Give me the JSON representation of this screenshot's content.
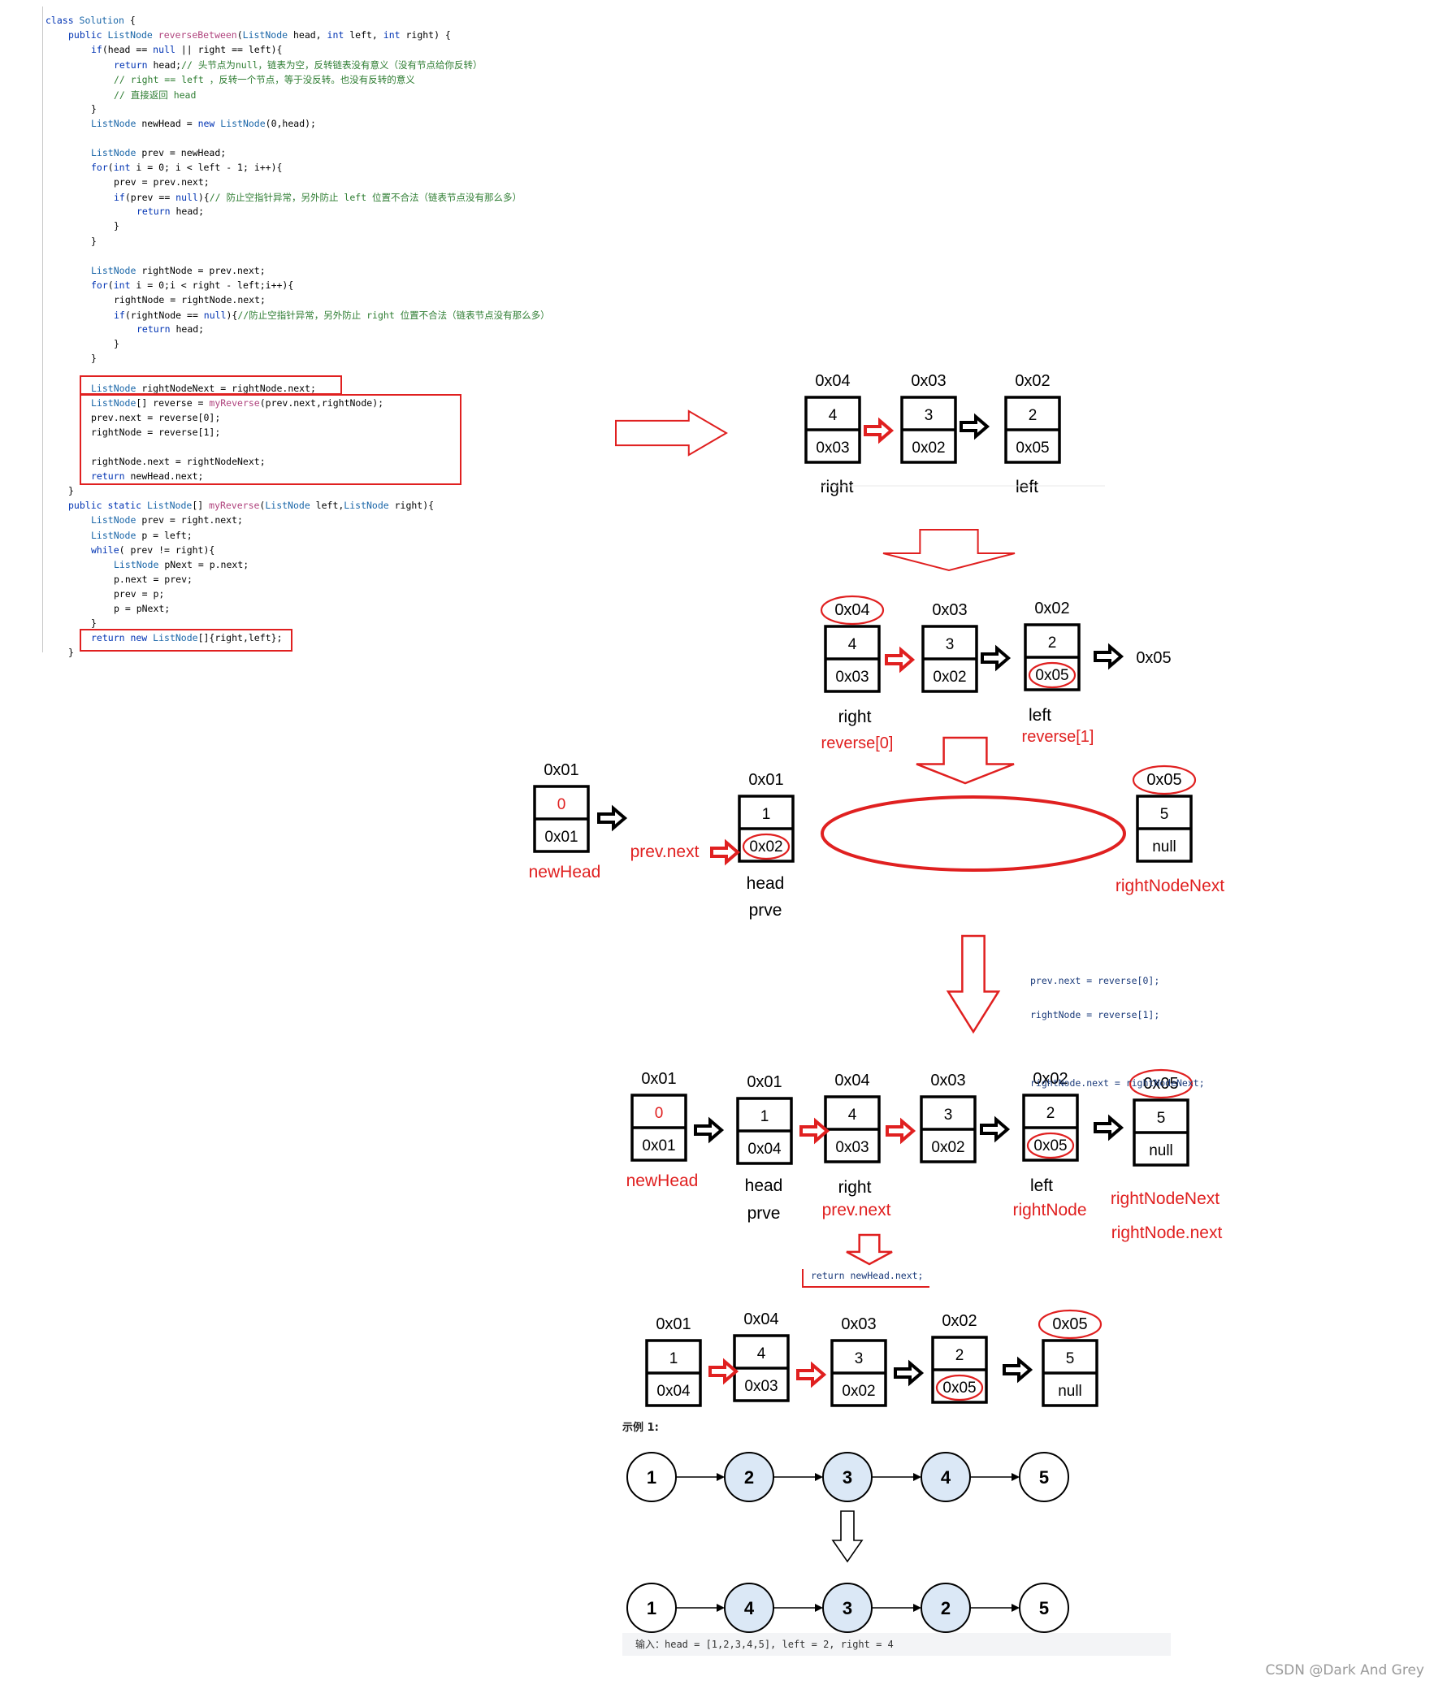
{
  "code_lines": [
    {
      "indent": 0,
      "parts": [
        [
          "kw",
          "class "
        ],
        [
          "ty",
          "Solution "
        ],
        [
          "",
          "{"
        ]
      ]
    },
    {
      "indent": 1,
      "parts": [
        [
          "kw",
          "public "
        ],
        [
          "ty",
          "ListNode "
        ],
        [
          "fn",
          "reverseBetween"
        ],
        [
          "",
          "("
        ],
        [
          "ty",
          "ListNode "
        ],
        [
          "",
          "head, "
        ],
        [
          "kw",
          "int "
        ],
        [
          "",
          "left, "
        ],
        [
          "kw",
          "int "
        ],
        [
          "",
          "right) {"
        ]
      ]
    },
    {
      "indent": 2,
      "parts": [
        [
          "kw",
          "if"
        ],
        [
          "",
          "(head == "
        ],
        [
          "kw",
          "null "
        ],
        [
          "",
          "|| right == left){"
        ]
      ]
    },
    {
      "indent": 3,
      "parts": [
        [
          "kw",
          "return "
        ],
        [
          "",
          "head;"
        ],
        [
          "cm",
          "// 头节点为null，链表为空，反转链表没有意义（没有节点给你反转）"
        ]
      ]
    },
    {
      "indent": 3,
      "parts": [
        [
          "cm",
          "// right == left ，反转一个节点，等于没反转。也没有反转的意义"
        ]
      ]
    },
    {
      "indent": 3,
      "parts": [
        [
          "cm",
          "// 直接返回 head"
        ]
      ]
    },
    {
      "indent": 2,
      "parts": [
        [
          "",
          "}"
        ]
      ]
    },
    {
      "indent": 2,
      "parts": [
        [
          "ty",
          "ListNode "
        ],
        [
          "",
          "newHead = "
        ],
        [
          "kw",
          "new "
        ],
        [
          "ty",
          "ListNode"
        ],
        [
          "",
          "(0,head);"
        ]
      ]
    },
    {
      "indent": 0,
      "parts": [
        [
          "",
          ""
        ]
      ]
    },
    {
      "indent": 2,
      "parts": [
        [
          "ty",
          "ListNode "
        ],
        [
          "",
          "prev = newHead;"
        ]
      ]
    },
    {
      "indent": 2,
      "parts": [
        [
          "kw",
          "for"
        ],
        [
          "",
          "("
        ],
        [
          "kw",
          "int "
        ],
        [
          "",
          "i = 0; i < left - 1; i++){"
        ]
      ]
    },
    {
      "indent": 3,
      "parts": [
        [
          "",
          "prev = prev.next;"
        ]
      ]
    },
    {
      "indent": 3,
      "parts": [
        [
          "kw",
          "if"
        ],
        [
          "",
          "(prev == "
        ],
        [
          "kw",
          "null"
        ],
        [
          "",
          "){"
        ],
        [
          "cm",
          "// 防止空指针异常，另外防止 left 位置不合法（链表节点没有那么多）"
        ]
      ]
    },
    {
      "indent": 4,
      "parts": [
        [
          "kw",
          "return "
        ],
        [
          "",
          "head;"
        ]
      ]
    },
    {
      "indent": 3,
      "parts": [
        [
          "",
          "}"
        ]
      ]
    },
    {
      "indent": 2,
      "parts": [
        [
          "",
          "}"
        ]
      ]
    },
    {
      "indent": 0,
      "parts": [
        [
          "",
          ""
        ]
      ]
    },
    {
      "indent": 2,
      "parts": [
        [
          "ty",
          "ListNode "
        ],
        [
          "",
          "rightNode = prev.next;"
        ]
      ]
    },
    {
      "indent": 2,
      "parts": [
        [
          "kw",
          "for"
        ],
        [
          "",
          "("
        ],
        [
          "kw",
          "int "
        ],
        [
          "",
          "i = 0;i < right - left;i++){"
        ]
      ]
    },
    {
      "indent": 3,
      "parts": [
        [
          "",
          "rightNode = rightNode.next;"
        ]
      ]
    },
    {
      "indent": 3,
      "parts": [
        [
          "kw",
          "if"
        ],
        [
          "",
          "(rightNode == "
        ],
        [
          "kw",
          "null"
        ],
        [
          "",
          "){"
        ],
        [
          "cm",
          "//防止空指针异常，另外防止 right 位置不合法（链表节点没有那么多）"
        ]
      ]
    },
    {
      "indent": 4,
      "parts": [
        [
          "kw",
          "return "
        ],
        [
          "",
          "head;"
        ]
      ]
    },
    {
      "indent": 3,
      "parts": [
        [
          "",
          "}"
        ]
      ]
    },
    {
      "indent": 2,
      "parts": [
        [
          "",
          "}"
        ]
      ]
    },
    {
      "indent": 0,
      "parts": [
        [
          "",
          ""
        ]
      ]
    },
    {
      "indent": 2,
      "parts": [
        [
          "ty",
          "ListNode "
        ],
        [
          "",
          "rightNodeNext = rightNode.next;"
        ]
      ]
    },
    {
      "indent": 2,
      "parts": [
        [
          "ty",
          "ListNode"
        ],
        [
          "",
          "[] reverse = "
        ],
        [
          "fn",
          "myReverse"
        ],
        [
          "",
          "(prev.next,rightNode);"
        ]
      ]
    },
    {
      "indent": 2,
      "parts": [
        [
          "",
          "prev.next = reverse[0];"
        ]
      ]
    },
    {
      "indent": 2,
      "parts": [
        [
          "",
          "rightNode = reverse[1];"
        ]
      ]
    },
    {
      "indent": 0,
      "parts": [
        [
          "",
          ""
        ]
      ]
    },
    {
      "indent": 2,
      "parts": [
        [
          "",
          "rightNode.next = rightNodeNext;"
        ]
      ]
    },
    {
      "indent": 2,
      "parts": [
        [
          "kw",
          "return "
        ],
        [
          "",
          "newHead.next;"
        ]
      ]
    },
    {
      "indent": 1,
      "parts": [
        [
          "",
          "}"
        ]
      ]
    },
    {
      "indent": 1,
      "parts": [
        [
          "kw",
          "public static "
        ],
        [
          "ty",
          "ListNode"
        ],
        [
          "",
          "[] "
        ],
        [
          "fn",
          "myReverse"
        ],
        [
          "",
          "("
        ],
        [
          "ty",
          "ListNode "
        ],
        [
          "",
          "left,"
        ],
        [
          "ty",
          "ListNode "
        ],
        [
          "",
          "right){"
        ]
      ]
    },
    {
      "indent": 2,
      "parts": [
        [
          "ty",
          "ListNode "
        ],
        [
          "",
          "prev = right.next;"
        ]
      ]
    },
    {
      "indent": 2,
      "parts": [
        [
          "ty",
          "ListNode "
        ],
        [
          "",
          "p = left;"
        ]
      ]
    },
    {
      "indent": 2,
      "parts": [
        [
          "kw",
          "while"
        ],
        [
          "",
          "( prev != right){"
        ]
      ]
    },
    {
      "indent": 3,
      "parts": [
        [
          "ty",
          "ListNode "
        ],
        [
          "",
          "pNext = p.next;"
        ]
      ]
    },
    {
      "indent": 3,
      "parts": [
        [
          "",
          "p.next = prev;"
        ]
      ]
    },
    {
      "indent": 3,
      "parts": [
        [
          "",
          "prev = p;"
        ]
      ]
    },
    {
      "indent": 3,
      "parts": [
        [
          "",
          "p = pNext;"
        ]
      ]
    },
    {
      "indent": 2,
      "parts": [
        [
          "",
          "}"
        ]
      ]
    },
    {
      "indent": 2,
      "parts": [
        [
          "kw",
          "return new "
        ],
        [
          "ty",
          "ListNode"
        ],
        [
          "",
          "[]{right,left};"
        ]
      ]
    },
    {
      "indent": 1,
      "parts": [
        [
          "",
          "}"
        ]
      ]
    }
  ],
  "snippet_lines": [
    "prev.next = reverse[0];",
    "rightNode = reverse[1];",
    "",
    "rightNode.next = rightNodeNext;"
  ],
  "return_snippet": "return newHead.next;",
  "nodes": [
    {
      "id": "s1n1",
      "addr": "0x04",
      "val": "4",
      "next": "0x03"
    },
    {
      "id": "s1n2",
      "addr": "0x03",
      "val": "3",
      "next": "0x02"
    },
    {
      "id": "s1n3",
      "addr": "0x02",
      "val": "2",
      "next": "0x05"
    },
    {
      "id": "s2n1",
      "addr": "0x04",
      "val": "4",
      "next": "0x03"
    },
    {
      "id": "s2n2",
      "addr": "0x03",
      "val": "3",
      "next": "0x02"
    },
    {
      "id": "s2n3",
      "addr": "0x02",
      "val": "2",
      "next": "0x05"
    },
    {
      "id": "s3n0",
      "addr": "0x01",
      "val": "0",
      "next": "0x01"
    },
    {
      "id": "s3n1",
      "addr": "0x01",
      "val": "1",
      "next": "0x02"
    },
    {
      "id": "s3n5",
      "addr": "0x05",
      "val": "5",
      "next": "null"
    },
    {
      "id": "s4n0",
      "addr": "0x01",
      "val": "0",
      "next": "0x01"
    },
    {
      "id": "s4n1",
      "addr": "0x01",
      "val": "1",
      "next": "0x04"
    },
    {
      "id": "s4n2",
      "addr": "0x04",
      "val": "4",
      "next": "0x03"
    },
    {
      "id": "s4n3",
      "addr": "0x03",
      "val": "3",
      "next": "0x02"
    },
    {
      "id": "s4n4",
      "addr": "0x02",
      "val": "2",
      "next": "0x05"
    },
    {
      "id": "s4n5",
      "addr": "0x05",
      "val": "5",
      "next": "null"
    },
    {
      "id": "s5n1",
      "addr": "0x01",
      "val": "1",
      "next": "0x04"
    },
    {
      "id": "s5n2",
      "addr": "0x04",
      "val": "4",
      "next": "0x03"
    },
    {
      "id": "s5n3",
      "addr": "0x03",
      "val": "3",
      "next": "0x02"
    },
    {
      "id": "s5n4",
      "addr": "0x02",
      "val": "2",
      "next": "0x05"
    },
    {
      "id": "s5n5",
      "addr": "0x05",
      "val": "5",
      "next": "null"
    }
  ],
  "labels": {
    "s1_right": "right",
    "s1_left": "left",
    "s2_right": "right",
    "s2_reverse0": "reverse[0]",
    "s2_left": "left",
    "s2_reverse1": "reverse[1]",
    "s2_tail": "0x05",
    "s3_newhead": "newHead",
    "s3_prevnext": "prev.next",
    "s3_head": "head",
    "s3_prve": "prve",
    "s3_rnn": "rightNodeNext",
    "s4_newhead": "newHead",
    "s4_head": "head",
    "s4_prve": "prve",
    "s4_right": "right",
    "s4_prevnext": "prev.next",
    "s4_left": "left",
    "s4_rightnode": "rightNode",
    "s4_rnn": "rightNodeNext",
    "s4_rnnext": "rightNode.next"
  },
  "example": {
    "title": "示例 1:",
    "before": [
      "1",
      "2",
      "3",
      "4",
      "5"
    ],
    "after": [
      "1",
      "4",
      "3",
      "2",
      "5"
    ],
    "highlight": [
      1,
      2,
      3
    ],
    "input": "输入：head = [1,2,3,4,5], left = 2, right = 4"
  },
  "watermark": "CSDN @Dark And Grey",
  "colors": {
    "accent": "#e02020",
    "node_fill": "#dbe8f6"
  }
}
